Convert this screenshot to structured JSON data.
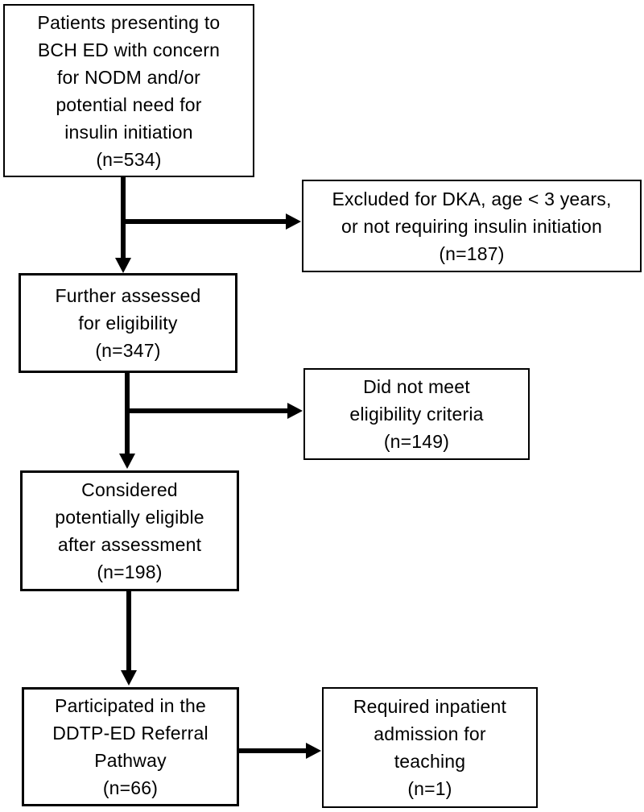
{
  "colors": {
    "background": "#ffffff",
    "box_border": "#000000",
    "arrow": "#000000",
    "text": "#000000"
  },
  "diagram": {
    "type": "flowchart",
    "nodes": [
      {
        "id": "presenting",
        "text": "Patients presenting to\nBCH ED with concern\nfor NODM and/or\npotential need for\ninsulin initiation\n(n=534)",
        "n": 534
      },
      {
        "id": "excluded",
        "text": "Excluded for DKA, age < 3 years,\nor not requiring insulin initiation\n(n=187)",
        "n": 187
      },
      {
        "id": "assessed",
        "text": "Further assessed\nfor eligibility\n(n=347)",
        "n": 347
      },
      {
        "id": "not-eligible",
        "text": "Did not meet\neligibility criteria\n(n=149)",
        "n": 149
      },
      {
        "id": "eligible",
        "text": "Considered\npotentially eligible\nafter assessment\n(n=198)",
        "n": 198
      },
      {
        "id": "participated",
        "text": "Participated in the\nDDTP-ED Referral\nPathway\n(n=66)",
        "n": 66
      },
      {
        "id": "admitted",
        "text": "Required inpatient\nadmission for\nteaching\n(n=1)",
        "n": 1
      }
    ],
    "edges": [
      {
        "from": "presenting",
        "to": "assessed"
      },
      {
        "from": "presenting",
        "to": "excluded"
      },
      {
        "from": "assessed",
        "to": "eligible"
      },
      {
        "from": "assessed",
        "to": "not-eligible"
      },
      {
        "from": "eligible",
        "to": "participated"
      },
      {
        "from": "participated",
        "to": "admitted"
      }
    ]
  }
}
